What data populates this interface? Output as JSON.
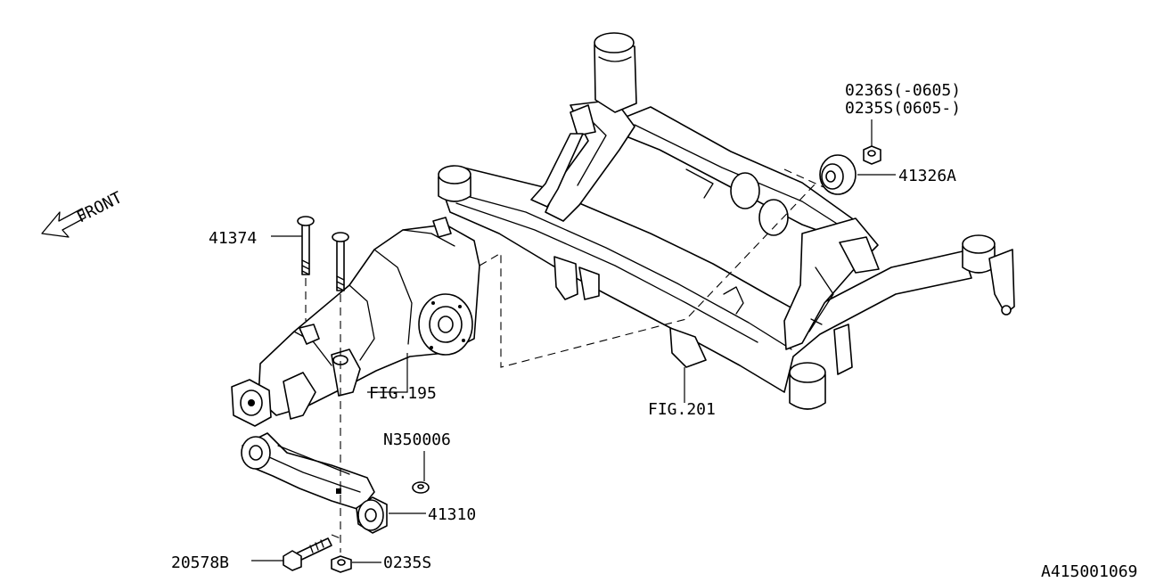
{
  "front_label": "FRONT",
  "labels": {
    "bolt_top": "41374",
    "fig_differential": "FIG.195",
    "fig_subframe": "FIG.201",
    "nut_top_a": "0236S(-0605)",
    "nut_top_b": "0235S(0605-)",
    "bushing_top": "41326A",
    "washer": "N350006",
    "mount_member": "41310",
    "bolt_bottom": "20578B",
    "nut_bottom": "0235S"
  },
  "diagram_id": "A415001069"
}
